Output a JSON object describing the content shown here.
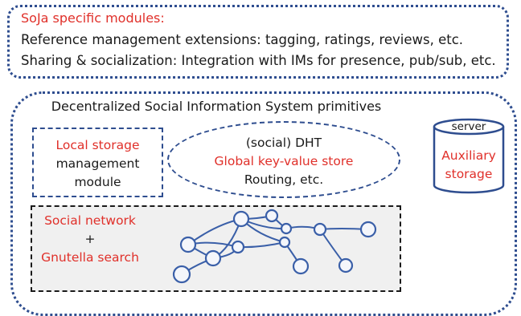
{
  "top": {
    "title": "SoJa specific modules:",
    "line1": "Reference management extensions: tagging, ratings, reviews, etc.",
    "line2": "Sharing & socialization: Integration with IMs for presence, pub/sub, etc."
  },
  "main": {
    "title": "Decentralized Social Information System primitives"
  },
  "local_storage": {
    "line1": "Local storage",
    "line2": "management",
    "line3": "module"
  },
  "dht": {
    "line1": "(social) DHT",
    "line2": "Global key-value store",
    "line3": "Routing, etc."
  },
  "server": {
    "label": "server",
    "line1": "Auxiliary",
    "line2": "storage"
  },
  "social": {
    "line1": "Social network",
    "line2": "+",
    "line3": "Gnutella search"
  },
  "colors": {
    "accent_red": "#e0302a",
    "border_blue": "#2e4d8f",
    "node_blue": "#3a5fa8"
  }
}
